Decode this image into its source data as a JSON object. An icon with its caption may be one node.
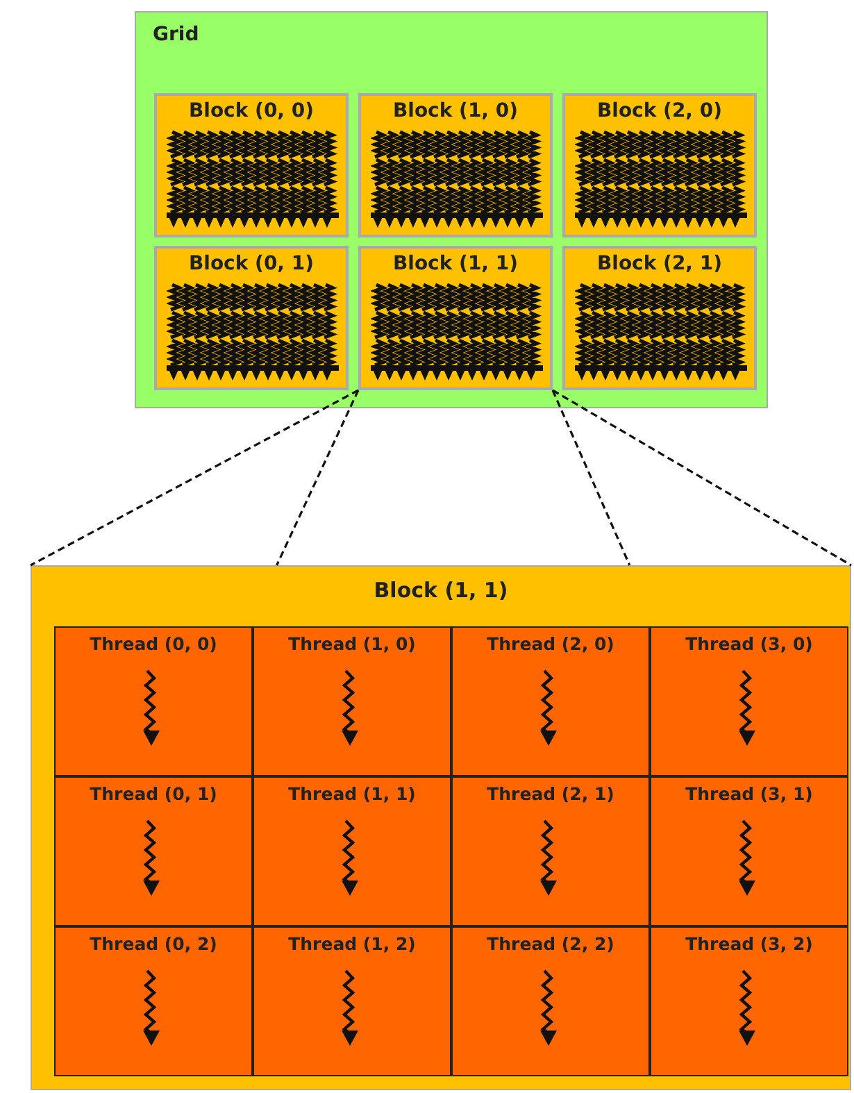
{
  "diagram": {
    "nodes": [
      {
        "text": [
          "Grid"
        ]
      },
      {
        "text": [
          "Block (0, 0)"
        ],
        "in": 0
      },
      {
        "text": [
          "Block (1, 0)"
        ],
        "in": 0
      },
      {
        "text": [
          "Block (2, 0)"
        ],
        "in": 0
      },
      {
        "text": [
          "Block (0, 1)"
        ],
        "in": 0
      },
      {
        "text": [
          "Block (1, 1)"
        ],
        "in": 0
      },
      {
        "text": [
          "Block (2, 1)"
        ],
        "in": 0
      },
      {
        "text": [
          "Block (1, 1)"
        ]
      },
      {
        "text": [
          "Thread (0, 0)"
        ],
        "in": 7
      },
      {
        "text": [
          "Thread (1, 0)"
        ],
        "in": 7
      },
      {
        "text": [
          "Thread (2, 0)"
        ],
        "in": 7
      },
      {
        "text": [
          "Thread (3, 0)"
        ],
        "in": 7
      },
      {
        "text": [
          "Thread (0, 1)"
        ],
        "in": 7
      },
      {
        "text": [
          "Thread (1, 1)"
        ],
        "in": 7
      },
      {
        "text": [
          "Thread (2, 1)"
        ],
        "in": 7
      },
      {
        "text": [
          "Thread (3, 1)"
        ],
        "in": 7
      },
      {
        "text": [
          "Thread (0, 2)"
        ],
        "in": 7
      },
      {
        "text": [
          "Thread (1, 2)"
        ],
        "in": 7
      },
      {
        "text": [
          "Thread (2, 2)"
        ],
        "in": 7
      },
      {
        "text": [
          "Thread (3, 2)"
        ],
        "in": 7
      }
    ],
    "edges": [
      {
        "from": 5,
        "to": 7,
        "arrow": "none",
        "style": "dashed"
      },
      {
        "from": 5,
        "to": 7,
        "arrow": "none",
        "style": "dashed"
      },
      {
        "from": 5,
        "to": 7,
        "arrow": "none",
        "style": "dashed"
      },
      {
        "from": 5,
        "to": 7,
        "arrow": "none",
        "style": "dashed"
      }
    ]
  }
}
